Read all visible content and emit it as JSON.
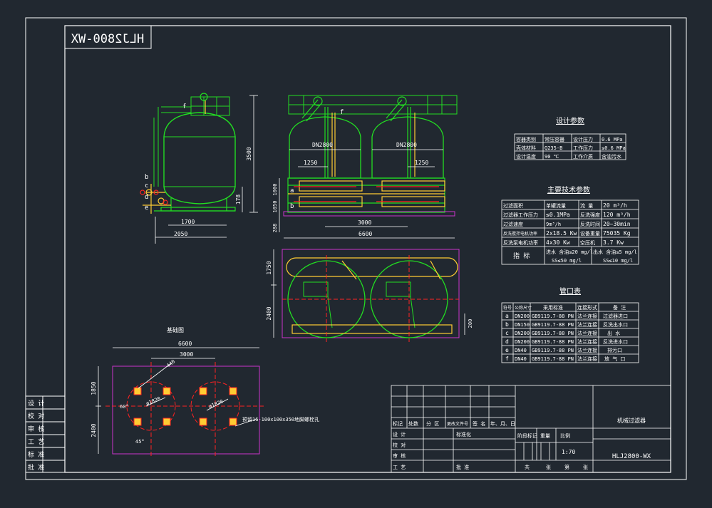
{
  "colors": {
    "background": "#212830",
    "frame": "#ffffff",
    "equipment": "#22dd22",
    "dimension": "#ffffff",
    "piping": "#ffcc33",
    "foundation": "#cc33cc",
    "centerline": "#ff2222",
    "text": "#ffffff"
  },
  "drawing": {
    "number": "HLJ2800-WX"
  },
  "side_view": {
    "dims": {
      "height": "3500",
      "inner_height": "178",
      "foot": "1700",
      "base": "2050"
    },
    "nozzle_tags": [
      "b",
      "c",
      "d",
      "e",
      "f"
    ]
  },
  "front_view": {
    "vessel_label": "DN2800",
    "dims": {
      "top_left": "1250",
      "top_right": "1250",
      "center": "3000",
      "overall": "6600",
      "h1": "1000",
      "h2": "1050",
      "h3": "288"
    },
    "nozzle_tags": [
      "a",
      "b",
      "f"
    ]
  },
  "plan_view": {
    "dims": {
      "h1": "1750",
      "h2": "2400",
      "right": "200"
    }
  },
  "foundation_view": {
    "title": "基础图",
    "dims": {
      "overall": "6600",
      "center": "3000",
      "h1": "1850",
      "h2": "2400",
      "pitch": "440",
      "d1": "ø1820",
      "d2": "ø1820",
      "a1": "60°",
      "a2": "45°"
    },
    "note": "预留16-100x100x350地脚螺栓孔"
  },
  "design_params": {
    "title": "设计参数",
    "rows": [
      [
        "容器类别",
        "常压容器",
        "设计压力",
        "0.6 MPa"
      ],
      [
        "壳体材料",
        "Q235-B",
        "工作压力",
        "≤0.6 MPa"
      ],
      [
        "设计温度",
        "90 ℃",
        "工作介质",
        "含油污水"
      ]
    ]
  },
  "tech_params": {
    "title": "主要技术参数",
    "rows": [
      [
        "过滤面积",
        "单罐流量",
        "流 量",
        "20 m³/h"
      ],
      [
        "过滤器工作压力",
        "≤0.1MPa",
        "反洗强度",
        "120 m³/h"
      ],
      [
        "过滤速度",
        "9m³/h",
        "反洗时间",
        "20~30min"
      ],
      [
        "反洗搅拌电机功率",
        "2x18.5 Kw",
        "设备重量",
        "75035 Kg"
      ],
      [
        "反洗泵电机功率",
        "4x30 Kw",
        "空压机",
        "3.7 Kw"
      ]
    ],
    "quality": {
      "label": "指 标",
      "in1": "进水 含油≤20 mg/l",
      "out1": "出水 含油≤5 mg/l",
      "in2": "SS≤50 mg/l",
      "out2": "SS≤10 mg/l"
    }
  },
  "nozzle_table": {
    "title": "管口表",
    "headers": [
      "符号",
      "公称尺寸",
      "采用标准",
      "连接形式",
      "备 注"
    ],
    "rows": [
      [
        "a",
        "DN200",
        "GB9119.7-88 PN",
        "法兰连接",
        "过滤器进口"
      ],
      [
        "b",
        "DN150",
        "GB9119.7-88 PN",
        "法兰连接",
        "反洗出水口"
      ],
      [
        "c",
        "DN200",
        "GB9119.7-88 PN",
        "法兰连接",
        "出 水"
      ],
      [
        "d",
        "DN200",
        "GB9119.7-88 PN",
        "法兰连接",
        "反洗进水口"
      ],
      [
        "e",
        "DN40",
        "GB9119.7-88 PN",
        "法兰连接",
        "排污口"
      ],
      [
        "f",
        "DN40",
        "GB9119.7-88 PN",
        "法兰连接",
        "放 气 口"
      ]
    ]
  },
  "title_block": {
    "left_labels": [
      "设 计",
      "校 对",
      "审 核",
      "工 艺",
      "标 准",
      "批 准"
    ],
    "row_labels": [
      "标记",
      "处数",
      "分 区",
      "更改文件号",
      "签 名",
      "年、月、日"
    ],
    "sign_labels": [
      "设 计",
      "校 对",
      "审 核",
      "工 艺"
    ],
    "std_label": "标准化",
    "approve_label": "批 准",
    "stage_label": "阶段标记",
    "weight_label": "重量",
    "scale_label": "比例",
    "scale_value": "1:70",
    "sheet_labels": [
      "共",
      "张",
      "第",
      "张"
    ],
    "name": "机械过滤器",
    "number": "HLJ2800-WX"
  }
}
